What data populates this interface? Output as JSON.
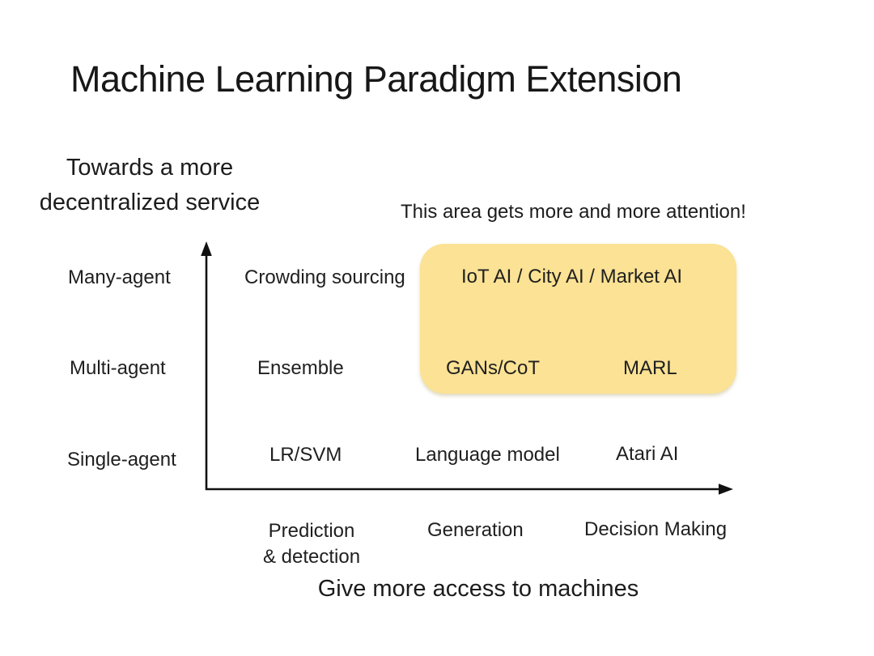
{
  "title": "Machine Learning Paradigm Extension",
  "y_axis": {
    "caption_line1": "Towards a more",
    "caption_line2": "decentralized service",
    "labels": [
      "Many-agent",
      "Multi-agent",
      "Single-agent"
    ]
  },
  "x_axis": {
    "caption": "Give more access to machines",
    "labels": {
      "prediction_line1": "Prediction",
      "prediction_line2": "& detection",
      "generation": "Generation",
      "decision": "Decision Making"
    }
  },
  "annotation": "This area gets more and more attention!",
  "cells": {
    "many_prediction": "Crowding sourcing",
    "many_generation_decision": "IoT AI / City AI / Market AI",
    "multi_prediction": "Ensemble",
    "multi_generation": "GANs/CoT",
    "multi_decision": "MARL",
    "single_prediction": "LR/SVM",
    "single_generation": "Language model",
    "single_decision": "Atari AI"
  },
  "highlight": {
    "color": "#FBE294"
  },
  "colors": {
    "text": "#1f1f1f",
    "axis": "#111111",
    "background": "#ffffff"
  }
}
